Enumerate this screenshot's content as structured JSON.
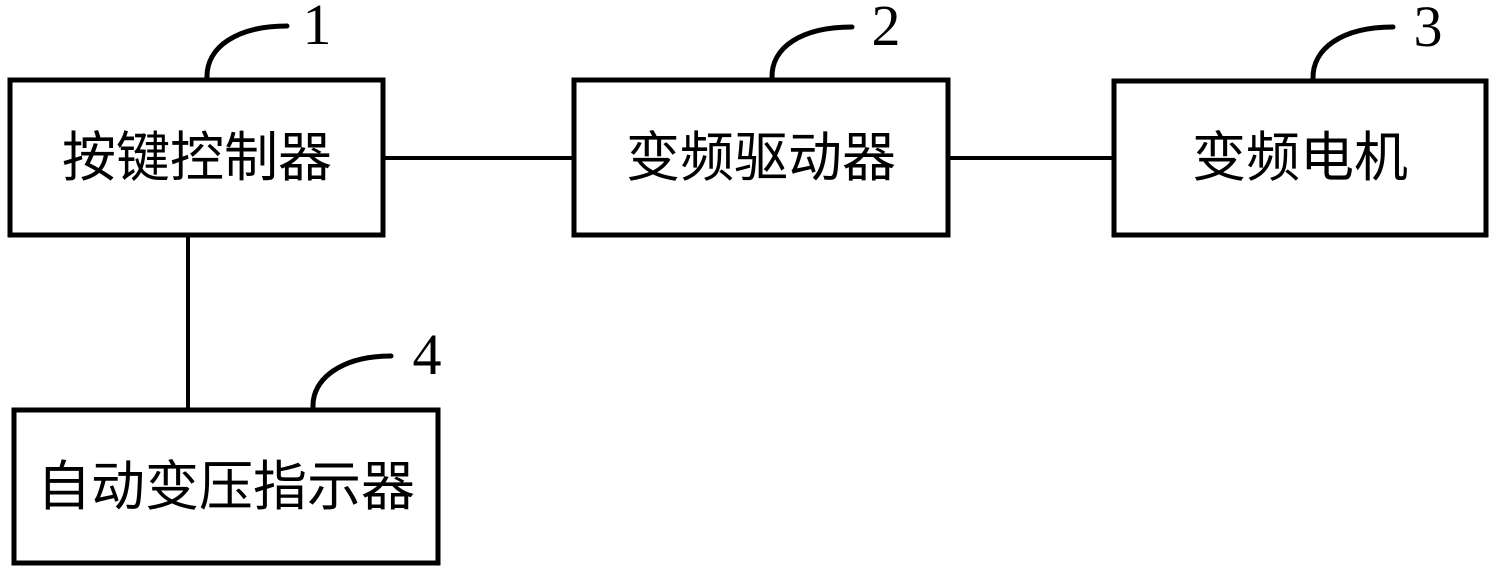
{
  "figure": {
    "background_color": "#ffffff",
    "line_color": "#000000",
    "boxes": [
      {
        "id": "key-controller",
        "label": "按键控制器",
        "ref": "1"
      },
      {
        "id": "vfd-driver",
        "label": "变频驱动器",
        "ref": "2"
      },
      {
        "id": "vf-motor",
        "label": "变频电机",
        "ref": "3"
      },
      {
        "id": "auto-voltage-indicator",
        "label": "自动变压指示器",
        "ref": "4"
      }
    ],
    "connections": [
      {
        "from": "key-controller",
        "to": "vfd-driver",
        "type": "horizontal-line"
      },
      {
        "from": "vfd-driver",
        "to": "vf-motor",
        "type": "horizontal-line"
      },
      {
        "from": "key-controller",
        "to": "auto-voltage-indicator",
        "type": "vertical-line"
      }
    ]
  }
}
